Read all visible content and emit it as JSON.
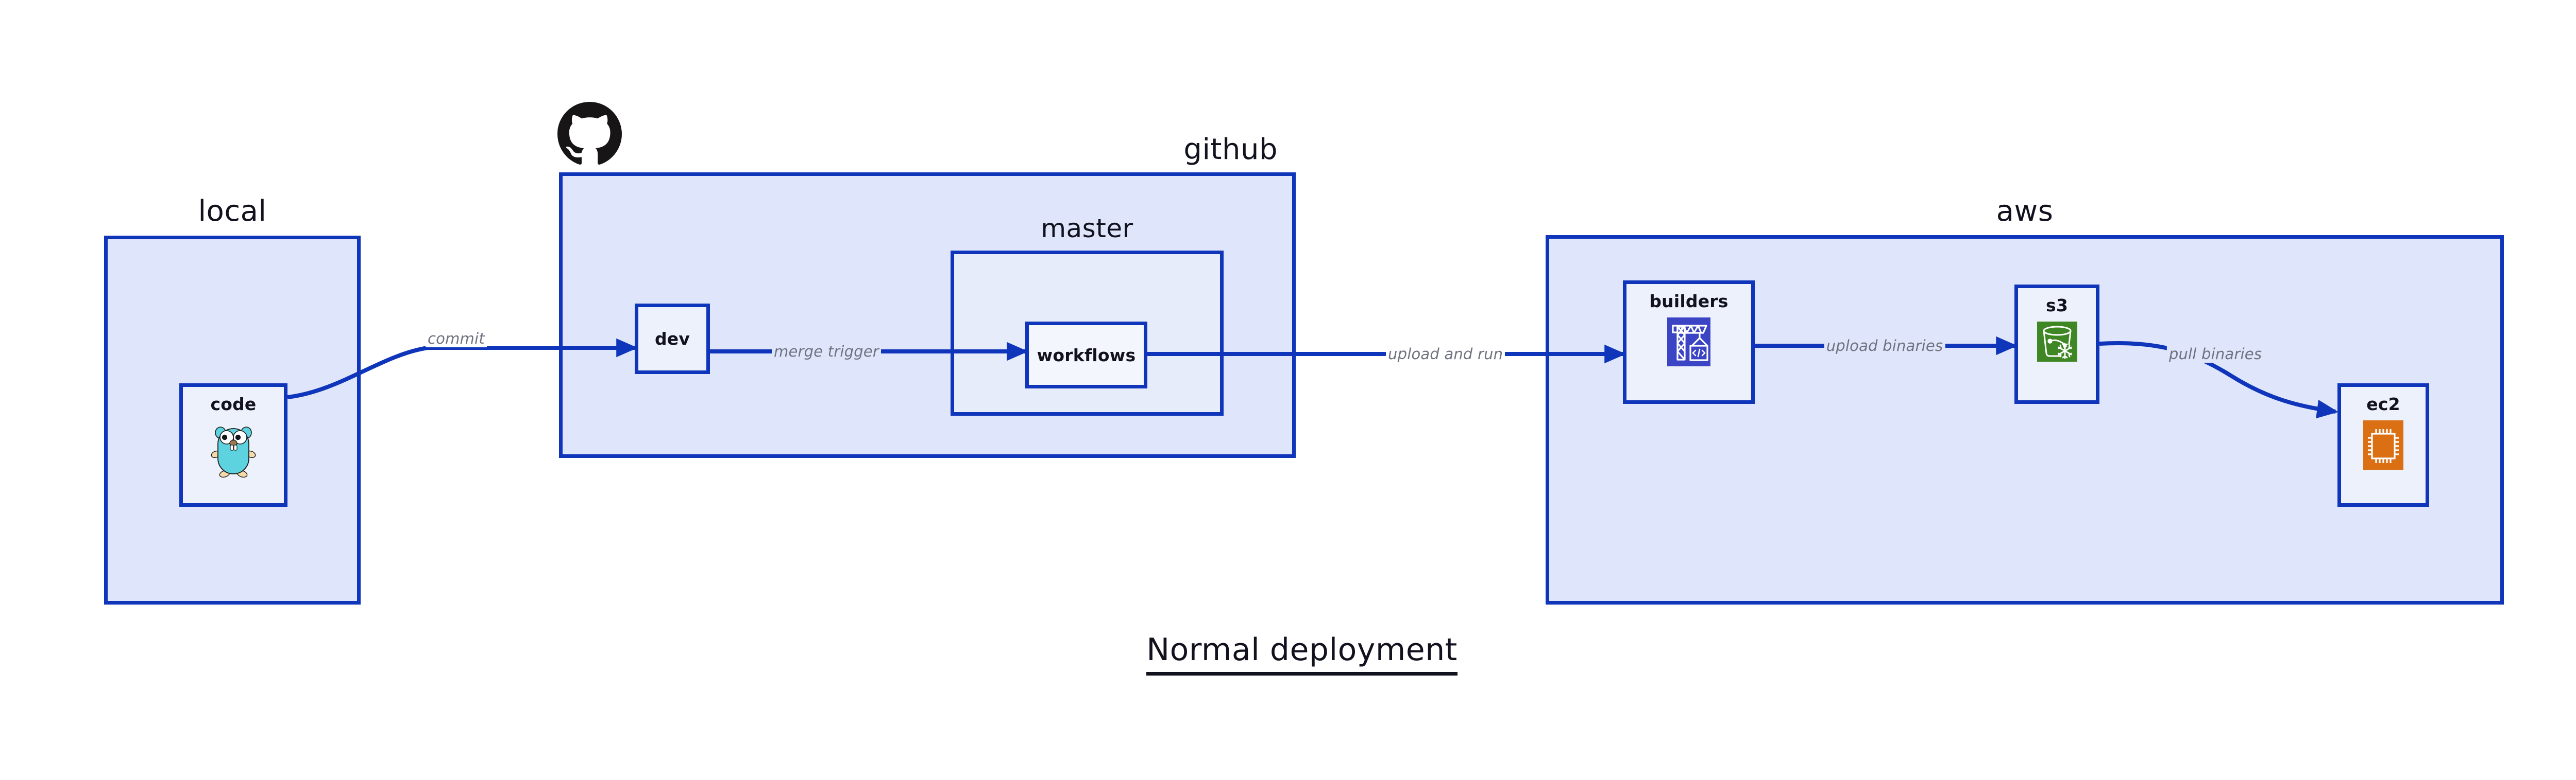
{
  "figure": {
    "title": "Normal deployment"
  },
  "palette": {
    "zone_fill": "#dfe5fa",
    "node_fill": "#edf1fc",
    "stroke": "#0f35ba",
    "edge_label": "#6f7280",
    "text": "#12121f",
    "codebuild_orange_blue": "#3b44c4",
    "s3_green": "#3f8624",
    "ec2_orange": "#db6f13",
    "gopher_teal": "#5ed3e0",
    "github_black": "#171515"
  },
  "zones": [
    {
      "id": "local",
      "label": "local",
      "label_align": "center"
    },
    {
      "id": "github",
      "label": "github",
      "label_align": "right"
    },
    {
      "id": "aws",
      "label": "aws",
      "label_align": "center"
    }
  ],
  "groups": [
    {
      "id": "master",
      "label": "master",
      "parent": "github"
    }
  ],
  "nodes": [
    {
      "id": "code",
      "label": "code",
      "icon": "go-gopher-icon",
      "parent": "local"
    },
    {
      "id": "dev",
      "label": "dev",
      "icon": "none",
      "parent": "github"
    },
    {
      "id": "workflows",
      "label": "workflows",
      "icon": "none",
      "parent": "master"
    },
    {
      "id": "builders",
      "label": "builders",
      "icon": "aws-codebuild-icon",
      "parent": "aws"
    },
    {
      "id": "s3",
      "label": "s3",
      "icon": "aws-s3-glacier-icon",
      "parent": "aws"
    },
    {
      "id": "ec2",
      "label": "ec2",
      "icon": "aws-ec2-chip-icon",
      "parent": "aws"
    }
  ],
  "edges": [
    {
      "id": "commit",
      "label": "commit",
      "from": "code",
      "to": "dev"
    },
    {
      "id": "merge-trigger",
      "label": "merge trigger",
      "from": "dev",
      "to": "workflows"
    },
    {
      "id": "upload-and-run",
      "label": "upload and run",
      "from": "workflows",
      "to": "builders"
    },
    {
      "id": "upload-binaries",
      "label": "upload binaries",
      "from": "builders",
      "to": "s3"
    },
    {
      "id": "pull-binaries",
      "label": "pull binaries",
      "from": "s3",
      "to": "ec2"
    }
  ],
  "brand": {
    "github_logo_alt": "github-octocat-icon"
  }
}
